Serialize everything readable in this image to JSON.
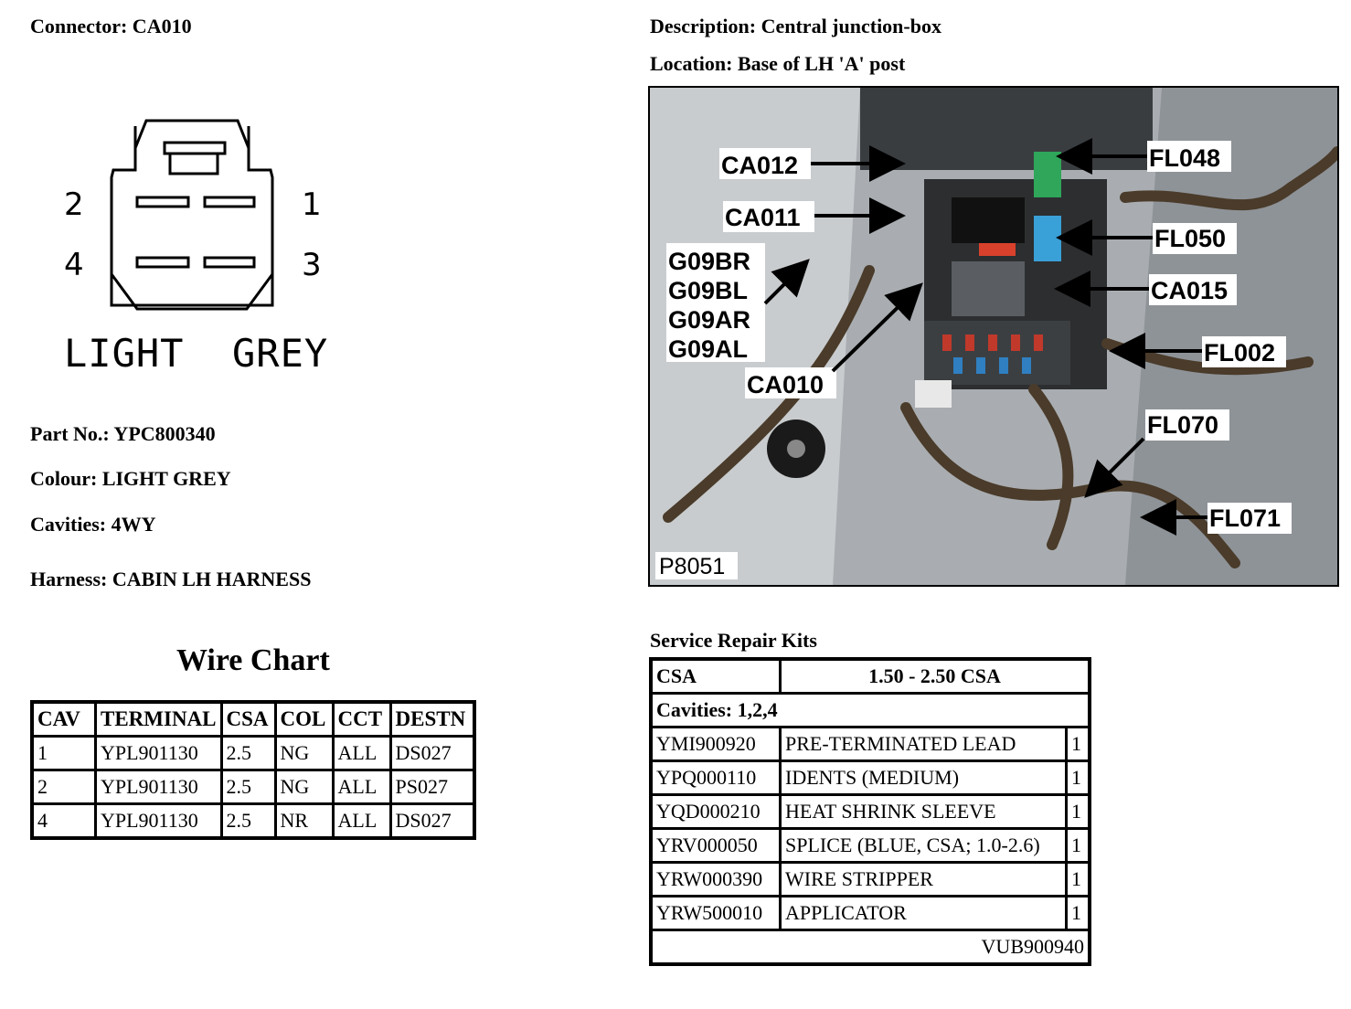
{
  "header": {
    "connector": "Connector: CA010",
    "description": "Description: Central junction-box",
    "location": "Location: Base of LH 'A' post"
  },
  "connector_diagram": {
    "pin_labels": [
      "2",
      "1",
      "4",
      "3"
    ],
    "colour_label": "LIGHT  GREY"
  },
  "info": {
    "part_no": "Part No.: YPC800340",
    "colour": "Colour: LIGHT GREY",
    "cavities": "Cavities: 4WY",
    "harness": "Harness: CABIN LH HARNESS"
  },
  "wire_chart": {
    "title": "Wire Chart",
    "headers": [
      "CAV",
      "TERMINAL",
      "CSA",
      "COL",
      "CCT",
      "DESTN"
    ],
    "rows": [
      [
        "1",
        "YPL901130",
        "2.5",
        "NG",
        "ALL",
        "DS027"
      ],
      [
        "2",
        "YPL901130",
        "2.5",
        "NG",
        "ALL",
        "PS027"
      ],
      [
        "4",
        "YPL901130",
        "2.5",
        "NR",
        "ALL",
        "DS027"
      ]
    ]
  },
  "photo": {
    "callouts": [
      "CA012",
      "CA011",
      "G09BR",
      "G09BL",
      "G09AR",
      "G09AL",
      "CA010",
      "FL048",
      "FL050",
      "CA015",
      "FL002",
      "FL070",
      "FL071"
    ],
    "caption": "P8051"
  },
  "service_repair_kits": {
    "title": "Service Repair Kits",
    "csa_label": "CSA",
    "csa_value": "1.50 - 2.50 CSA",
    "cavities": "Cavities: 1,2,4",
    "items": [
      [
        "YMI900920",
        "PRE-TERMINATED LEAD",
        "1"
      ],
      [
        "YPQ000110",
        "IDENTS (MEDIUM)",
        "1"
      ],
      [
        "YQD000210",
        "HEAT SHRINK SLEEVE",
        "1"
      ],
      [
        "YRV000050",
        "SPLICE (BLUE, CSA; 1.0-2.6)",
        "1"
      ],
      [
        "YRW000390",
        "WIRE STRIPPER",
        "1"
      ],
      [
        "YRW500010",
        "APPLICATOR",
        "1"
      ]
    ],
    "kit_number": "VUB900940"
  }
}
